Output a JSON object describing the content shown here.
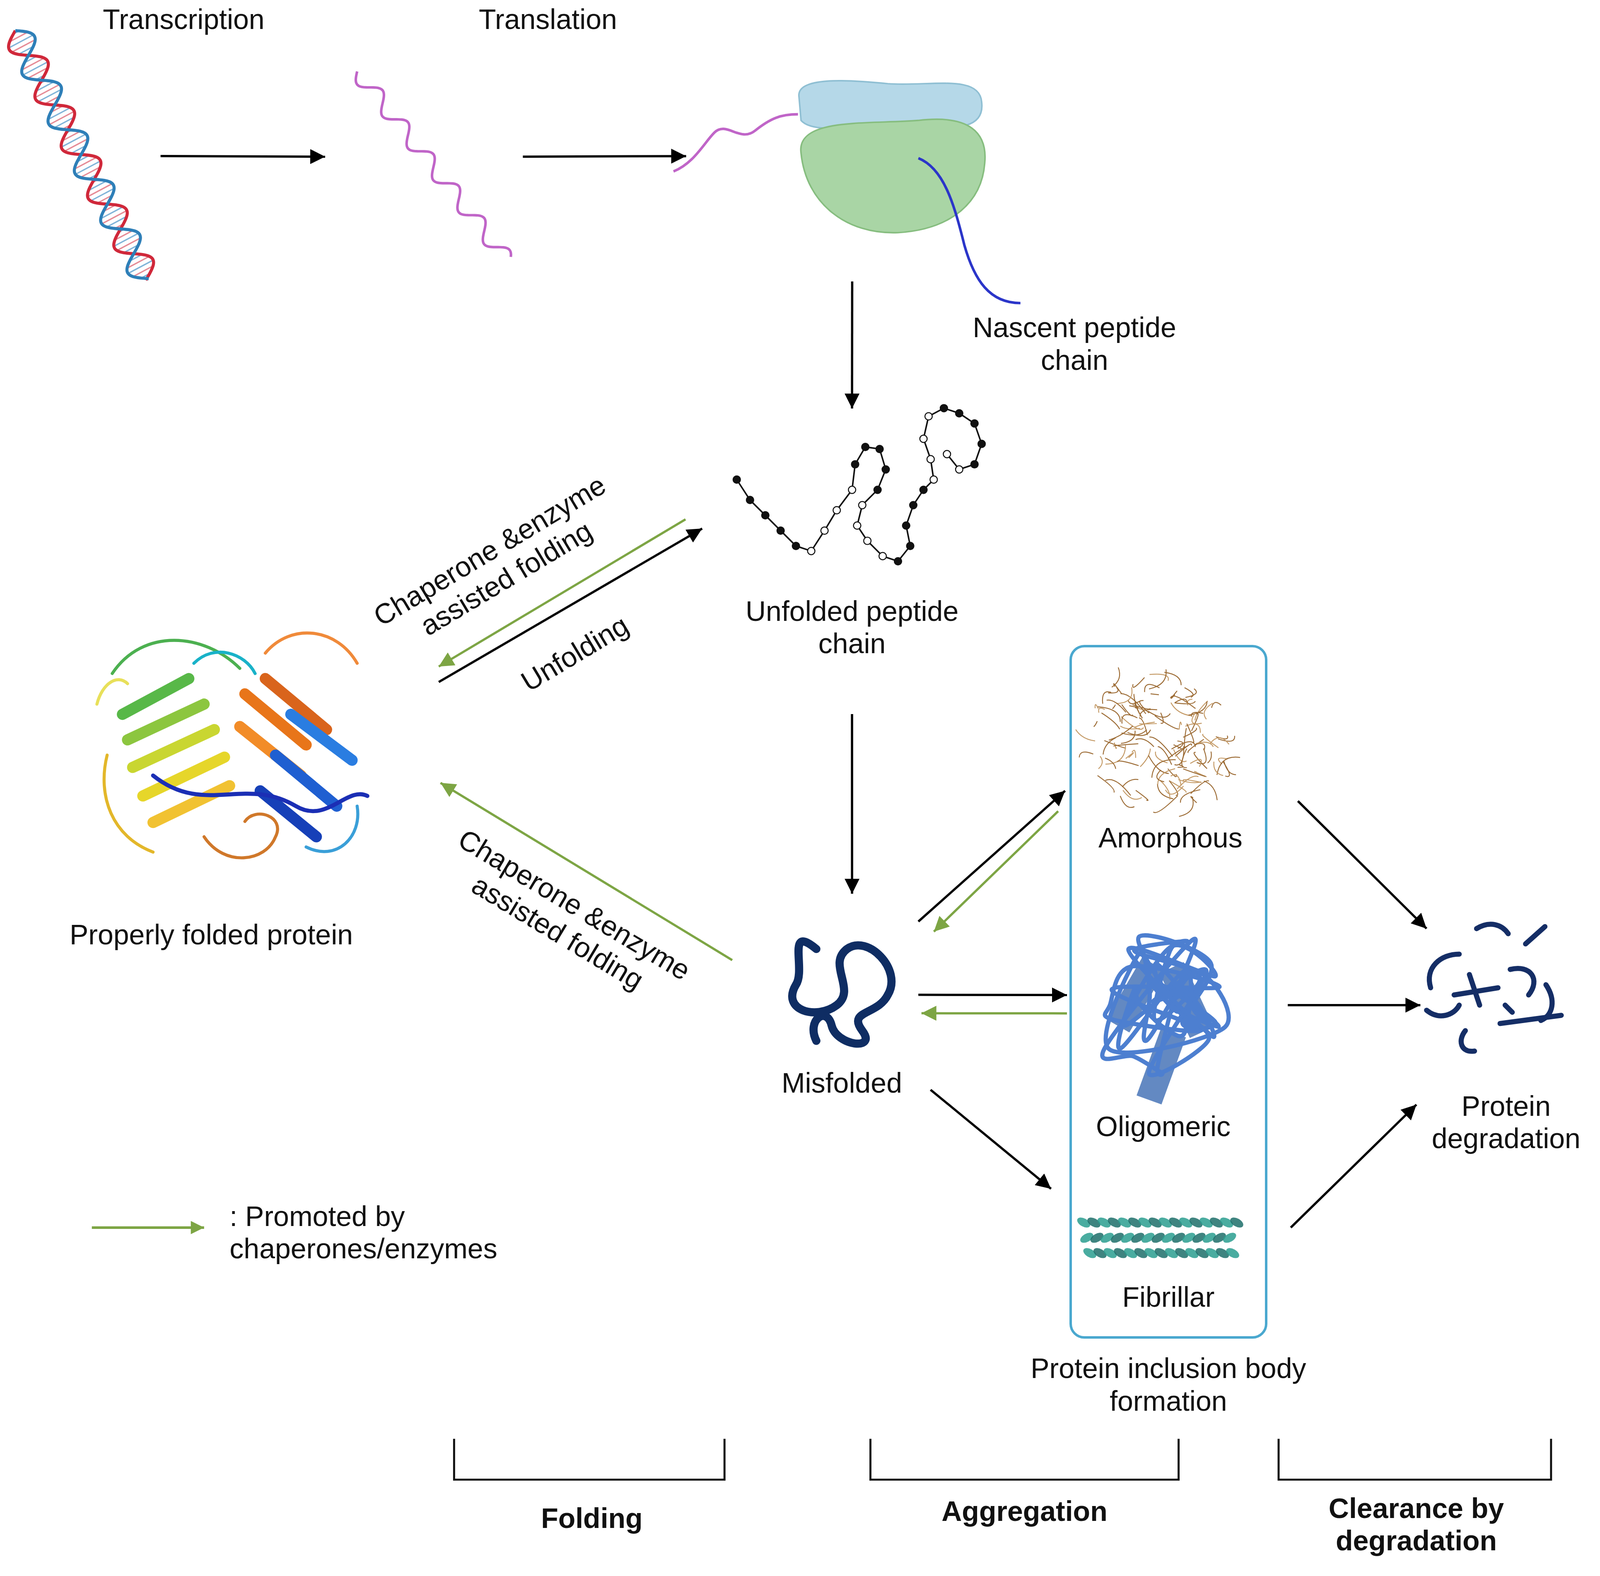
{
  "diagram": {
    "nodes": [
      {
        "text": [
          "Transcription"
        ]
      },
      {
        "text": [
          "Translation"
        ]
      },
      {
        "text": [
          "Nascent peptide chain"
        ]
      },
      {
        "text": [
          "Unfolded peptide chain"
        ]
      },
      {
        "text": [
          "Properly folded protein"
        ]
      },
      {
        "text": [
          "Misfolded"
        ]
      },
      {
        "text": [
          "Protein inclusion body formation"
        ]
      },
      {
        "text": [
          "Amorphous"
        ],
        "in": 6
      },
      {
        "text": [
          "Oligomeric"
        ],
        "in": 6
      },
      {
        "text": [
          "Fibrillar"
        ],
        "in": 6
      },
      {
        "text": [
          "Protein degradation"
        ]
      }
    ],
    "edges": [
      {
        "from": 0,
        "to": 1,
        "arrow": "to"
      },
      {
        "from": 1,
        "to": 2,
        "arrow": "to"
      },
      {
        "from": 2,
        "to": 3,
        "arrow": "to"
      },
      {
        "from": 3,
        "to": 4,
        "arrow": "to",
        "label": "Chaperone &enzyme assisted folding"
      },
      {
        "from": 4,
        "to": 3,
        "arrow": "to",
        "label": "Unfolding"
      },
      {
        "from": 3,
        "to": 5,
        "arrow": "to"
      },
      {
        "from": 5,
        "to": 4,
        "arrow": "to",
        "label": "Chaperone &enzyme assisted folding"
      },
      {
        "from": 5,
        "to": 7,
        "arrow": "to"
      },
      {
        "from": 7,
        "to": 5,
        "arrow": "to"
      },
      {
        "from": 5,
        "to": 8,
        "arrow": "to"
      },
      {
        "from": 8,
        "to": 5,
        "arrow": "to"
      },
      {
        "from": 5,
        "to": 9,
        "arrow": "to"
      },
      {
        "from": 7,
        "to": 10,
        "arrow": "to"
      },
      {
        "from": 8,
        "to": 10,
        "arrow": "to"
      },
      {
        "from": 9,
        "to": 10,
        "arrow": "to"
      }
    ],
    "labels": [
      "Folding",
      "Aggregation",
      "Clearance by degradation"
    ],
    "legend": [
      {
        "text": ": Promoted by chaperones/enzymes"
      }
    ]
  }
}
